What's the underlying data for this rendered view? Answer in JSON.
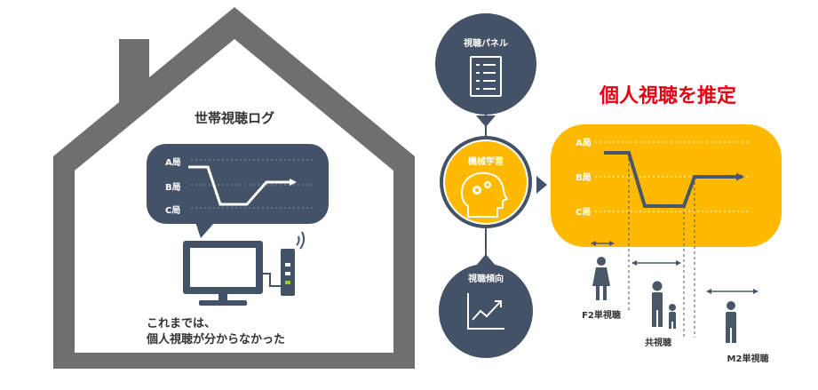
{
  "colors": {
    "house": "#6f6f6f",
    "navy": "#435266",
    "accent": "#ffba00",
    "red": "#e60012",
    "line_white": "#ffffff",
    "line_dark": "#4a5768",
    "figure": "#4a5768",
    "text_dark": "#333333"
  },
  "house": {
    "log_title": "世帯視聴ログ",
    "caption_line1": "これまでは、",
    "caption_line2": "個人視聴が分からなかった",
    "channel_labels": [
      "A局",
      "B局",
      "C局"
    ],
    "icons": [
      "tv-icon",
      "set-top-box-icon",
      "wifi-signal-icon"
    ]
  },
  "flow": {
    "panel_label": "視聴パネル",
    "ml_label": "機械学習",
    "trend_label": "視聴傾向",
    "icons": [
      "checklist-icon",
      "brain-gears-icon",
      "trend-chart-icon"
    ]
  },
  "result": {
    "title": "個人視聴を推定",
    "channel_labels": [
      "A局",
      "B局",
      "C局"
    ],
    "segments": [
      "F2単視聴",
      "共視聴",
      "M2単視聴"
    ],
    "icons": [
      "woman-icon",
      "family-icon",
      "man-icon"
    ]
  }
}
